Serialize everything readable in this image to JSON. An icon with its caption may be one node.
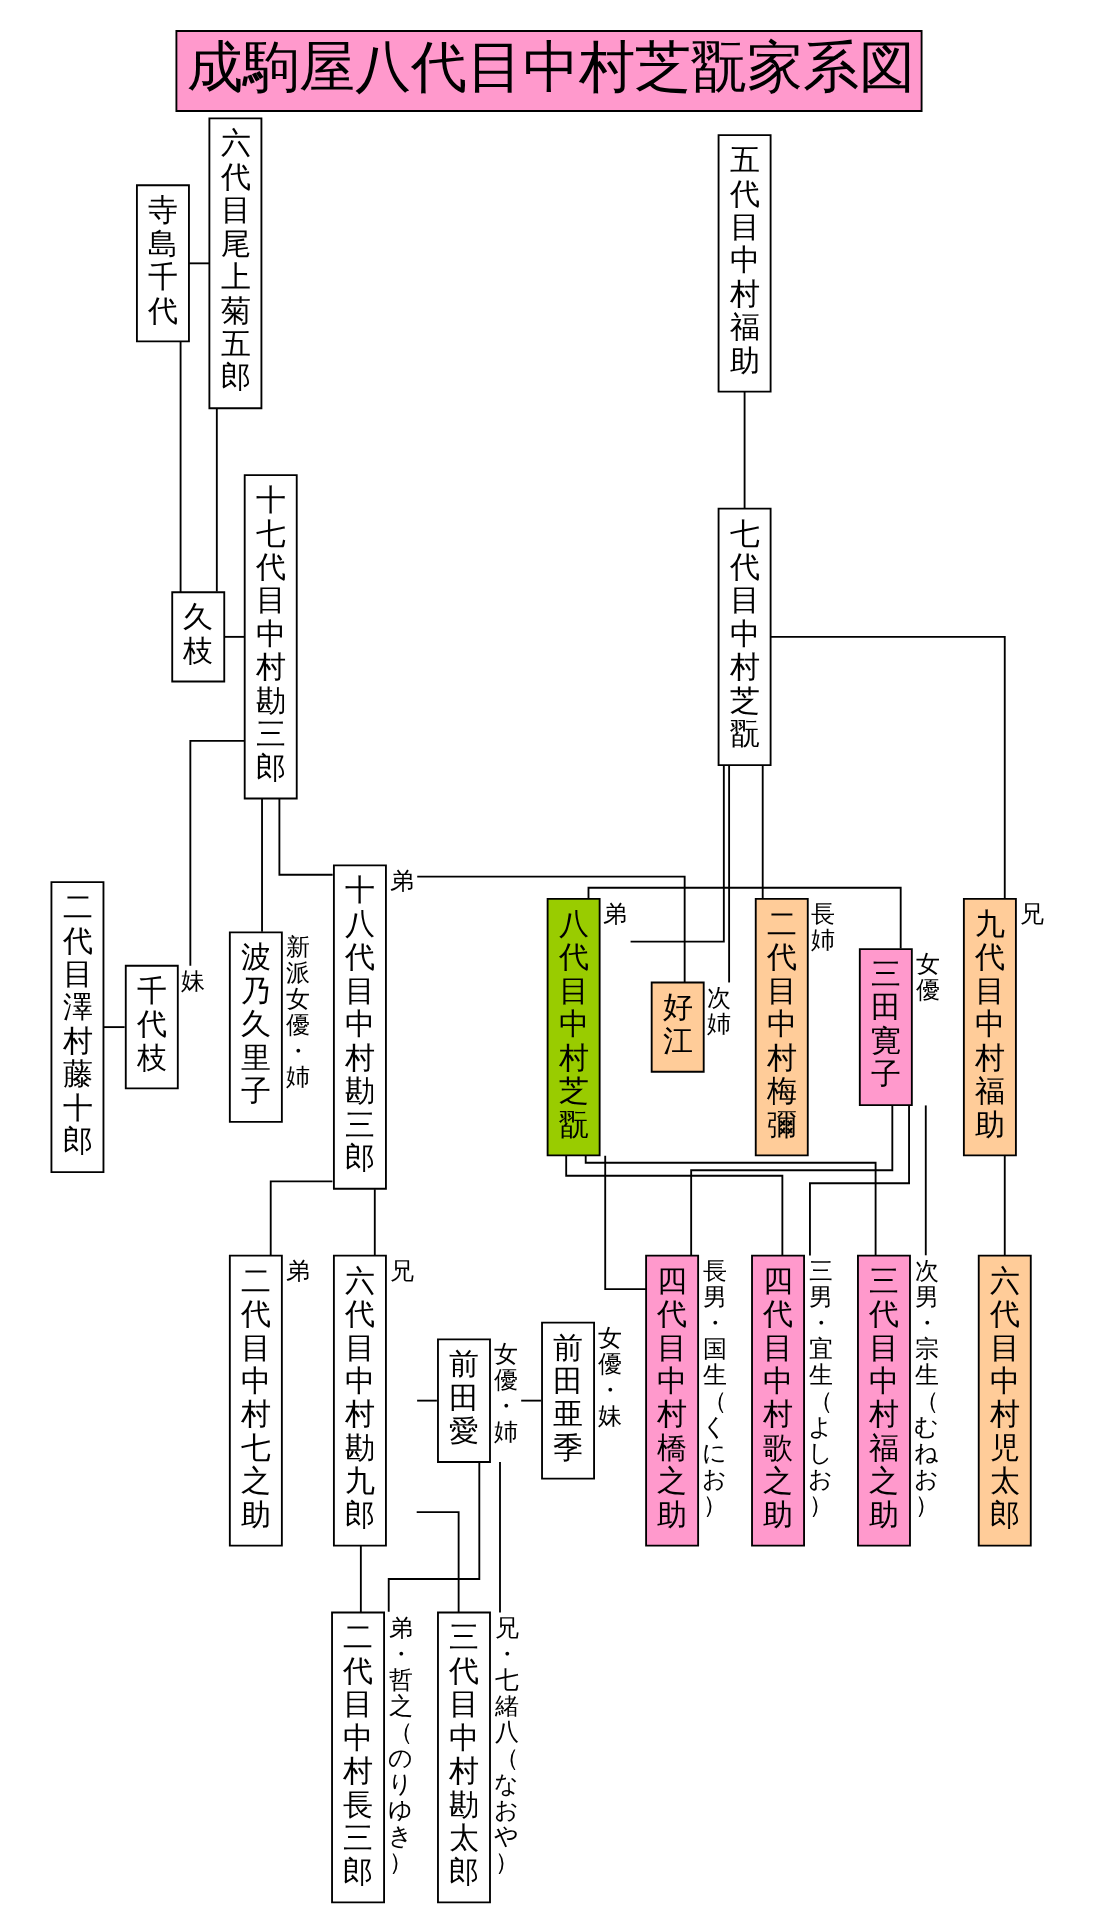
{
  "diagram": {
    "title": "成駒屋八代目中村芝翫家系図",
    "nodes": [
      {
        "text": [
          "寺島千代"
        ]
      },
      {
        "text": [
          "六代目尾上菊五郎"
        ]
      },
      {
        "text": [
          "五代目中村福助"
        ]
      },
      {
        "text": [
          "久枝"
        ]
      },
      {
        "text": [
          "十七代目中村勘三郎"
        ]
      },
      {
        "text": [
          "七代目中村芝翫"
        ]
      },
      {
        "text": [
          "二代目澤村藤十郎"
        ]
      },
      {
        "text": [
          "千代枝"
        ],
        "beside": [
          "妹"
        ]
      },
      {
        "text": [
          "波乃久里子"
        ],
        "beside": [
          "新派女優・姉"
        ]
      },
      {
        "text": [
          "十八代目中村勘三郎"
        ],
        "beside": [
          "弟"
        ]
      },
      {
        "text": [
          "好江"
        ],
        "beside": [
          "次姉"
        ]
      },
      {
        "text": [
          "二代目中村梅彌"
        ],
        "beside": [
          "長姉"
        ]
      },
      {
        "text": [
          "九代目中村福助"
        ],
        "beside": [
          "兄"
        ]
      },
      {
        "text": [
          "八代目中村芝翫"
        ],
        "beside": [
          "弟"
        ]
      },
      {
        "text": [
          "三田寛子"
        ],
        "beside": [
          "女優"
        ]
      },
      {
        "text": [
          "二代目中村七之助"
        ],
        "beside": [
          "弟"
        ]
      },
      {
        "text": [
          "六代目中村勘九郎"
        ],
        "beside": [
          "兄"
        ]
      },
      {
        "text": [
          "前田愛"
        ],
        "beside": [
          "女優・姉"
        ]
      },
      {
        "text": [
          "前田亜季"
        ],
        "beside": [
          "女優・妹"
        ]
      },
      {
        "text": [
          "六代目中村児太郎"
        ]
      },
      {
        "text": [
          "四代目中村歌之助"
        ],
        "beside": [
          "三男・宜生（よしお）"
        ]
      },
      {
        "text": [
          "三代目中村福之助"
        ],
        "beside": [
          "次男・宗生（むねお）"
        ]
      },
      {
        "text": [
          "四代目中村橋之助"
        ],
        "beside": [
          "長男・国生（くにお）"
        ]
      },
      {
        "text": [
          "二代目中村長三郎"
        ],
        "beside": [
          "弟・哲之（のりゆき）"
        ]
      },
      {
        "text": [
          "三代目中村勘太郎"
        ],
        "beside": [
          "兄・七緒八（なおや）"
        ]
      }
    ],
    "edges": [
      {
        "from": 0,
        "to": 1,
        "arrow": "none"
      },
      {
        "from": 0,
        "to": 3,
        "arrow": "none"
      },
      {
        "from": 1,
        "to": 3,
        "arrow": "none"
      },
      {
        "from": 2,
        "to": 5,
        "arrow": "none"
      },
      {
        "from": 3,
        "to": 4,
        "arrow": "none"
      },
      {
        "from": 4,
        "to": 7,
        "arrow": "none"
      },
      {
        "from": 4,
        "to": 8,
        "arrow": "none"
      },
      {
        "from": 4,
        "to": 9,
        "arrow": "none"
      },
      {
        "from": 5,
        "to": 10,
        "arrow": "none"
      },
      {
        "from": 5,
        "to": 11,
        "arrow": "none"
      },
      {
        "from": 5,
        "to": 12,
        "arrow": "none"
      },
      {
        "from": 5,
        "to": 13,
        "arrow": "none"
      },
      {
        "from": 6,
        "to": 7,
        "arrow": "none"
      },
      {
        "from": 9,
        "to": 10,
        "arrow": "none"
      },
      {
        "from": 13,
        "to": 14,
        "arrow": "none"
      },
      {
        "from": 9,
        "to": 15,
        "arrow": "none"
      },
      {
        "from": 9,
        "to": 16,
        "arrow": "none"
      },
      {
        "from": 16,
        "to": 17,
        "arrow": "none"
      },
      {
        "from": 17,
        "to": 18,
        "arrow": "none"
      },
      {
        "from": 12,
        "to": 19,
        "arrow": "none"
      },
      {
        "from": 13,
        "to": 20,
        "arrow": "none"
      },
      {
        "from": 13,
        "to": 21,
        "arrow": "none"
      },
      {
        "from": 13,
        "to": 22,
        "arrow": "none"
      },
      {
        "from": 14,
        "to": 20,
        "arrow": "none"
      },
      {
        "from": 14,
        "to": 21,
        "arrow": "none"
      },
      {
        "from": 14,
        "to": 22,
        "arrow": "none"
      },
      {
        "from": 16,
        "to": 23,
        "arrow": "none"
      },
      {
        "from": 16,
        "to": 24,
        "arrow": "none"
      },
      {
        "from": 17,
        "to": 23,
        "arrow": "none"
      },
      {
        "from": 17,
        "to": 24,
        "arrow": "none"
      }
    ]
  }
}
